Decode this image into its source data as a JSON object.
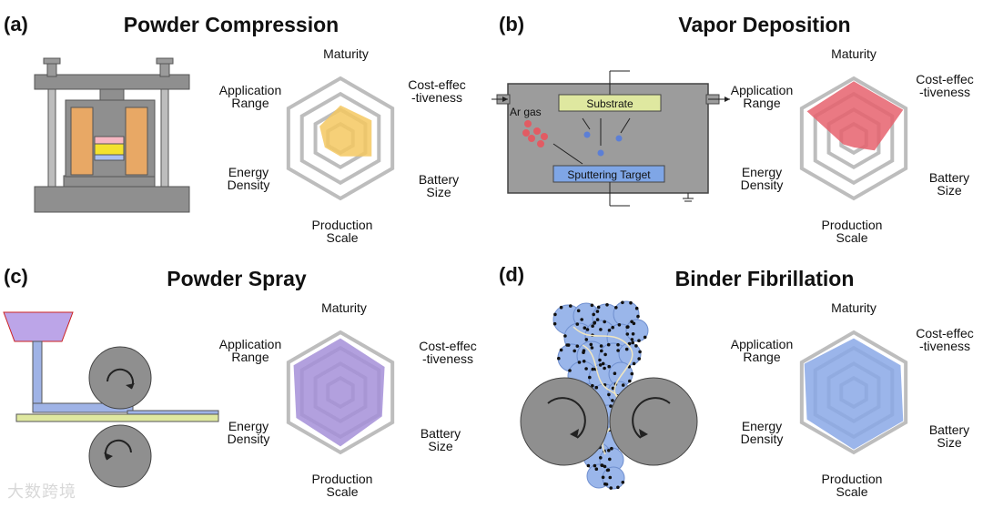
{
  "axes": [
    "Maturity",
    "Cost-effectiveness",
    "Battery Size",
    "Production Scale",
    "Energy Density",
    "Application Range"
  ],
  "panels": [
    {
      "label": "(a)",
      "title": "Powder Compression",
      "axis_labels": {
        "maturity": "Maturity",
        "cost": "Cost-effec\n-tiveness",
        "battery": "Battery\nSize",
        "production": "Production\nScale",
        "energy": "Energy\nDensity",
        "application": "Application\nRange"
      },
      "radar_values": [
        0.55,
        0.6,
        0.6,
        0.3,
        0.3,
        0.4
      ],
      "color": "#f5c860"
    },
    {
      "label": "(b)",
      "title": "Vapor Deposition",
      "axis_labels": {
        "maturity": "Maturity",
        "cost": "Cost-effec\n-tiveness",
        "battery": "Battery\nSize",
        "production": "Production\nScale",
        "energy": "Energy\nDensity",
        "application": "Application\nRange"
      },
      "radar_values": [
        0.95,
        0.95,
        0.4,
        0.15,
        0.2,
        0.9
      ],
      "color": "#e6616d",
      "diagram": {
        "ar_gas": "Ar gas",
        "substrate": "Substrate",
        "target": "Sputtering Target"
      }
    },
    {
      "label": "(c)",
      "title": "Powder Spray",
      "axis_labels": {
        "maturity": "Maturity",
        "cost": "Cost-effec\n-tiveness",
        "battery": "Battery\nSize",
        "production": "Production\nScale",
        "energy": "Energy\nDensity",
        "application": "Application\nRange"
      },
      "radar_values": [
        0.9,
        0.85,
        0.8,
        0.9,
        0.85,
        0.9
      ],
      "color": "#a58fd8"
    },
    {
      "label": "(d)",
      "title": "Binder Fibrillation",
      "axis_labels": {
        "maturity": "Maturity",
        "cost": "Cost-effec\n-tiveness",
        "battery": "Battery\nSize",
        "production": "Production\nScale",
        "energy": "Energy\nDensity",
        "application": "Application\nRange"
      },
      "radar_values": [
        0.9,
        0.9,
        0.95,
        0.95,
        0.9,
        0.95
      ],
      "color": "#8aa8e6"
    }
  ],
  "watermark": "大数跨境"
}
